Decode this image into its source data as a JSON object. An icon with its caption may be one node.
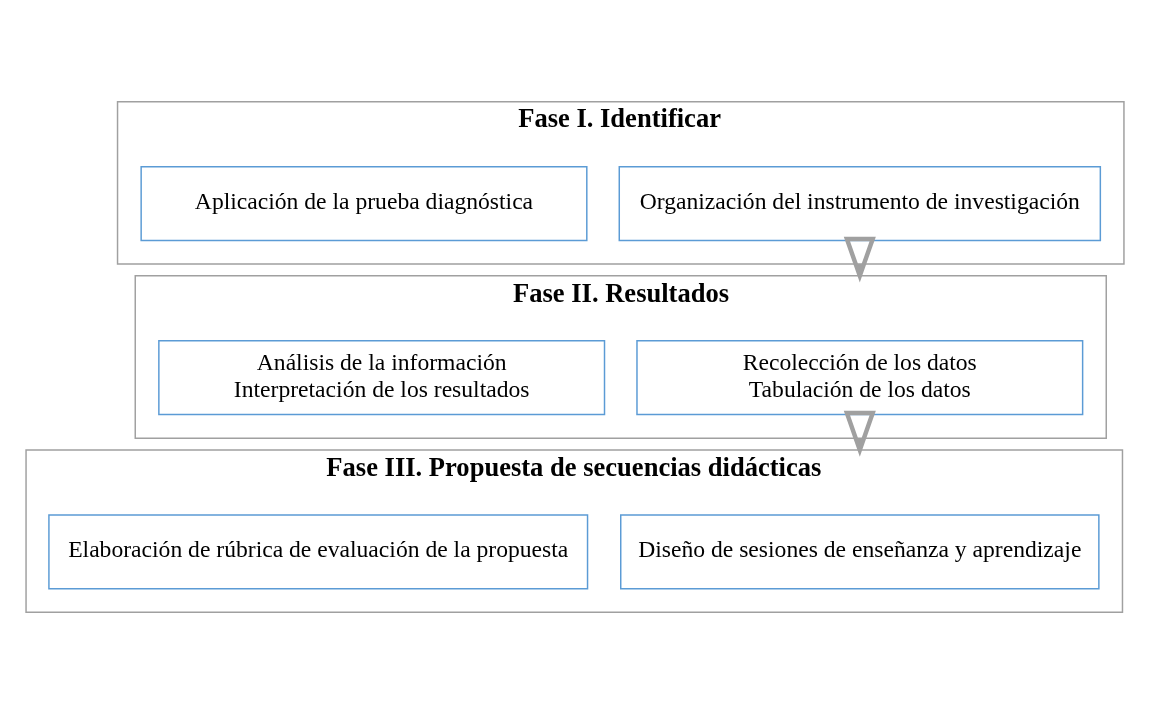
{
  "diagram": {
    "nodes": [
      {
        "text": [
          "Fase I. Identificar"
        ]
      },
      {
        "text": [
          "Organización del instrumento de investigación"
        ],
        "in": 0
      },
      {
        "text": [
          "Aplicación de la prueba diagnóstica"
        ],
        "in": 0
      },
      {
        "text": [
          "Fase II. Resultados"
        ]
      },
      {
        "text": [
          "Recolección de los datos",
          "Tabulación de los datos"
        ],
        "in": 3
      },
      {
        "text": [
          "Análisis de la información",
          "Interpretación de los resultados"
        ],
        "in": 3
      },
      {
        "text": [
          "Fase III. Propuesta de secuencias didácticas"
        ]
      },
      {
        "text": [
          "Diseño de sesiones de enseñanza y aprendizaje"
        ],
        "in": 6
      },
      {
        "text": [
          "Elaboración de rúbrica de evaluación de la propuesta"
        ],
        "in": 6
      }
    ],
    "edges": [
      {
        "from": 0,
        "to": 3,
        "arrow": "to"
      },
      {
        "from": 3,
        "to": 6,
        "arrow": "to"
      }
    ]
  }
}
